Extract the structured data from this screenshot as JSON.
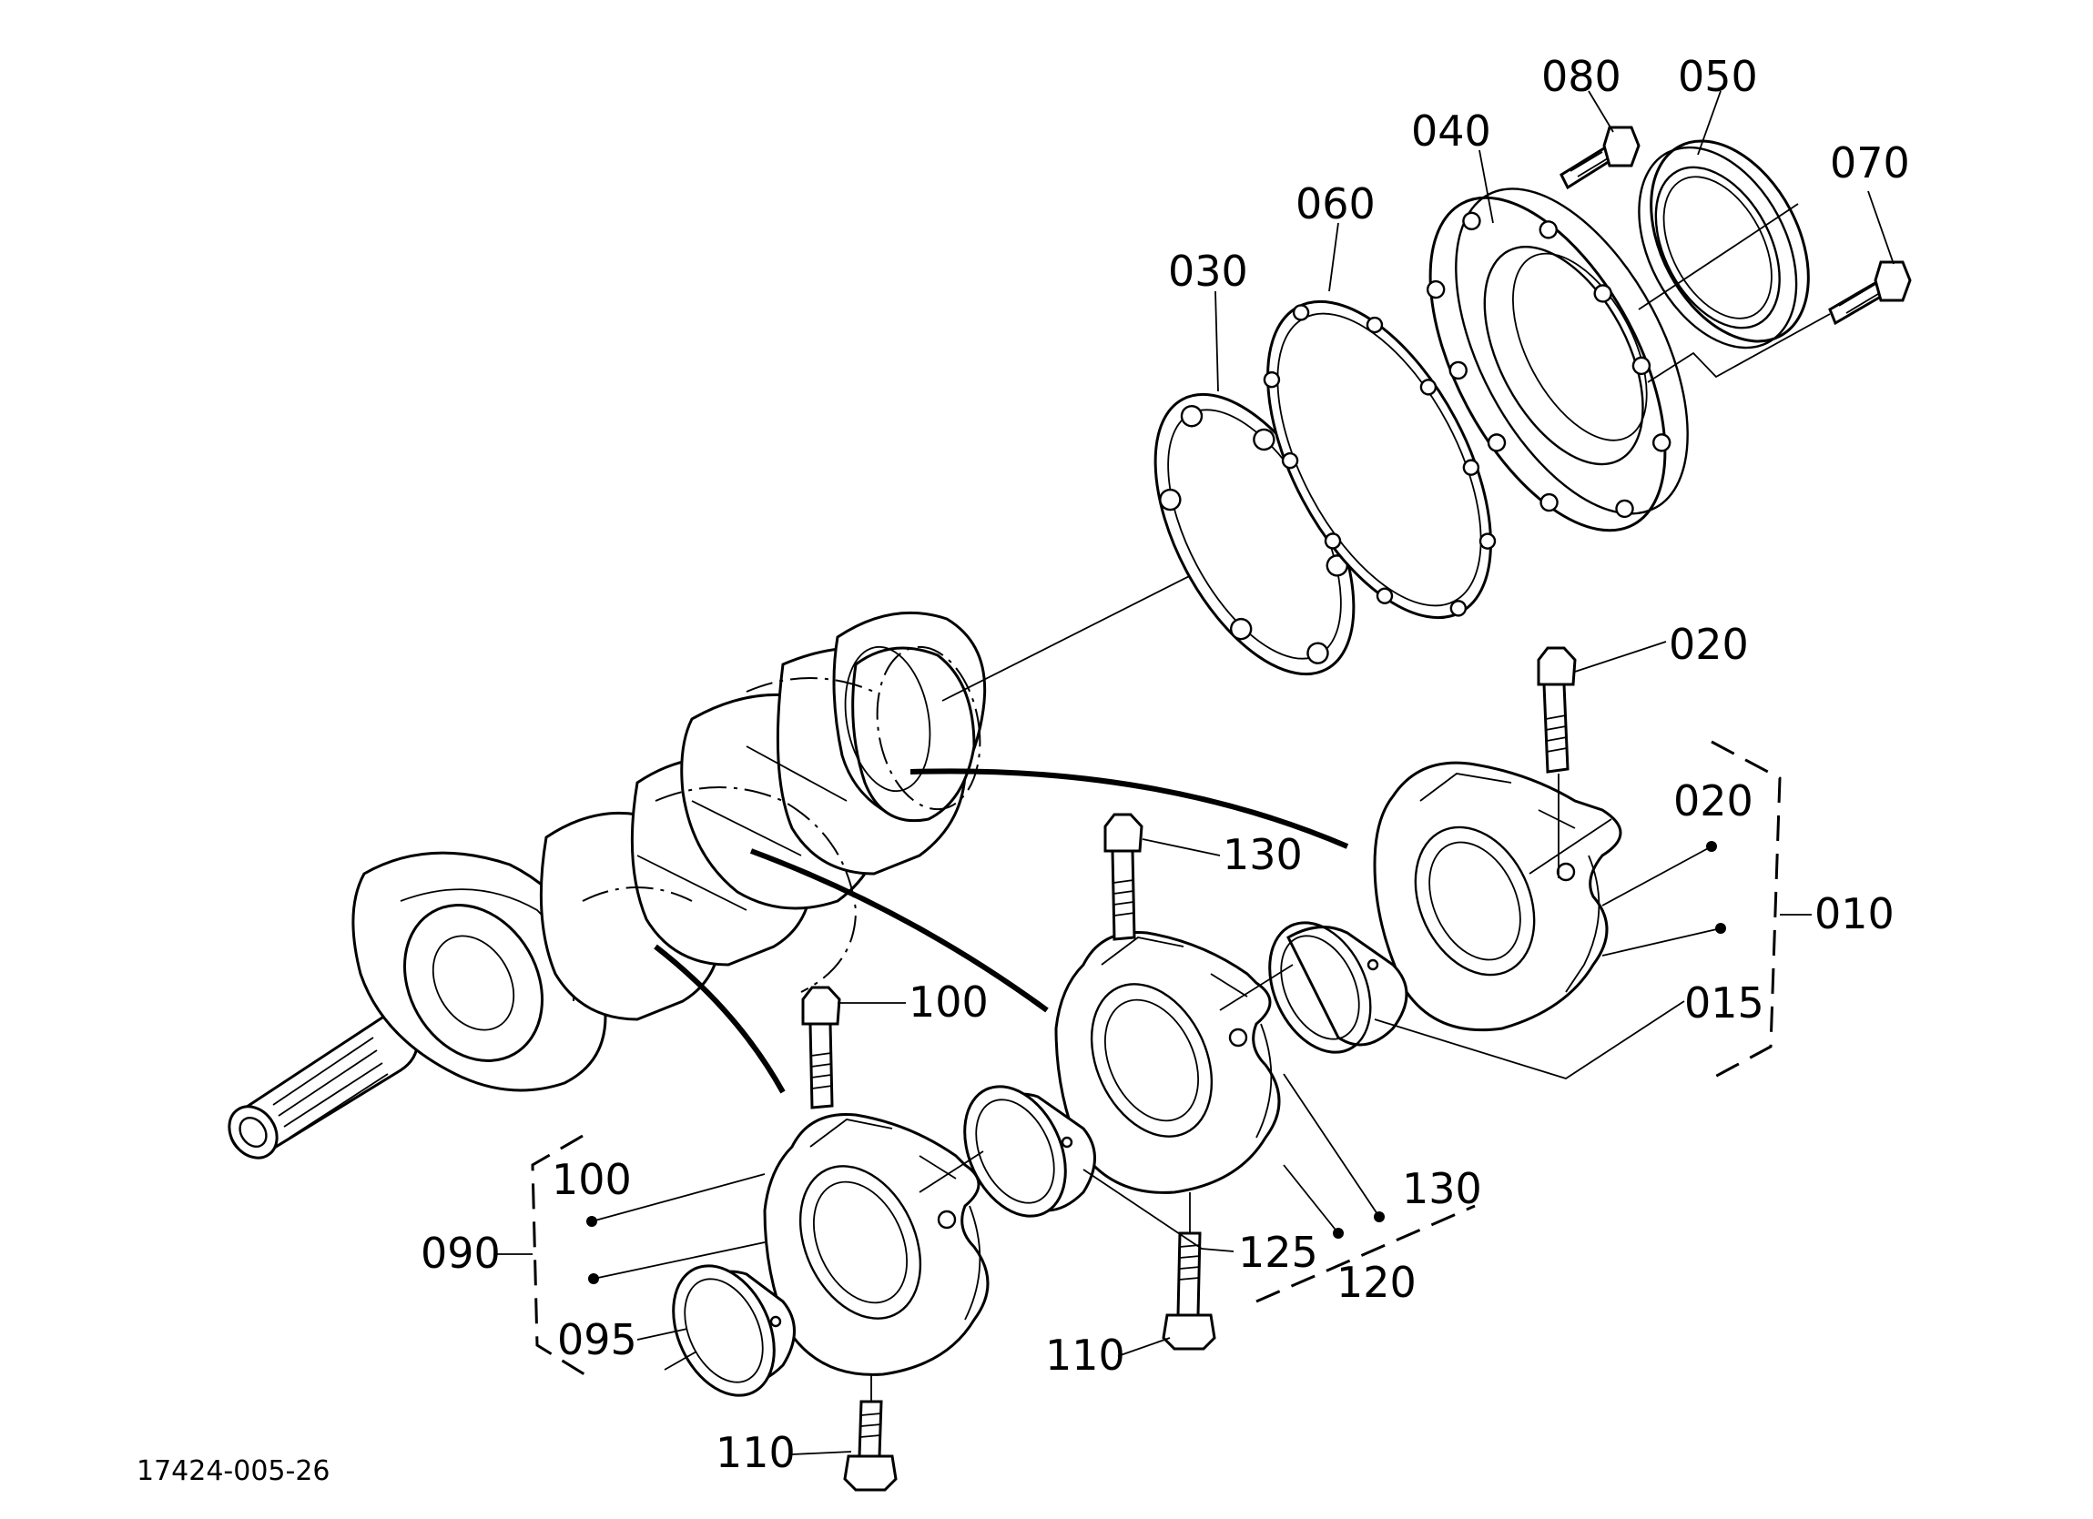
{
  "diagram": {
    "drawing_code": "17424-005-26",
    "labels": {
      "p010": "010",
      "p015": "015",
      "p020a": "020",
      "p020b": "020",
      "p030": "030",
      "p040": "040",
      "p050": "050",
      "p060": "060",
      "p070": "070",
      "p080": "080",
      "p090": "090",
      "p095": "095",
      "p100a": "100",
      "p100b": "100",
      "p110a": "110",
      "p110b": "110",
      "p120": "120",
      "p125": "125",
      "p130a": "130",
      "p130b": "130"
    }
  }
}
